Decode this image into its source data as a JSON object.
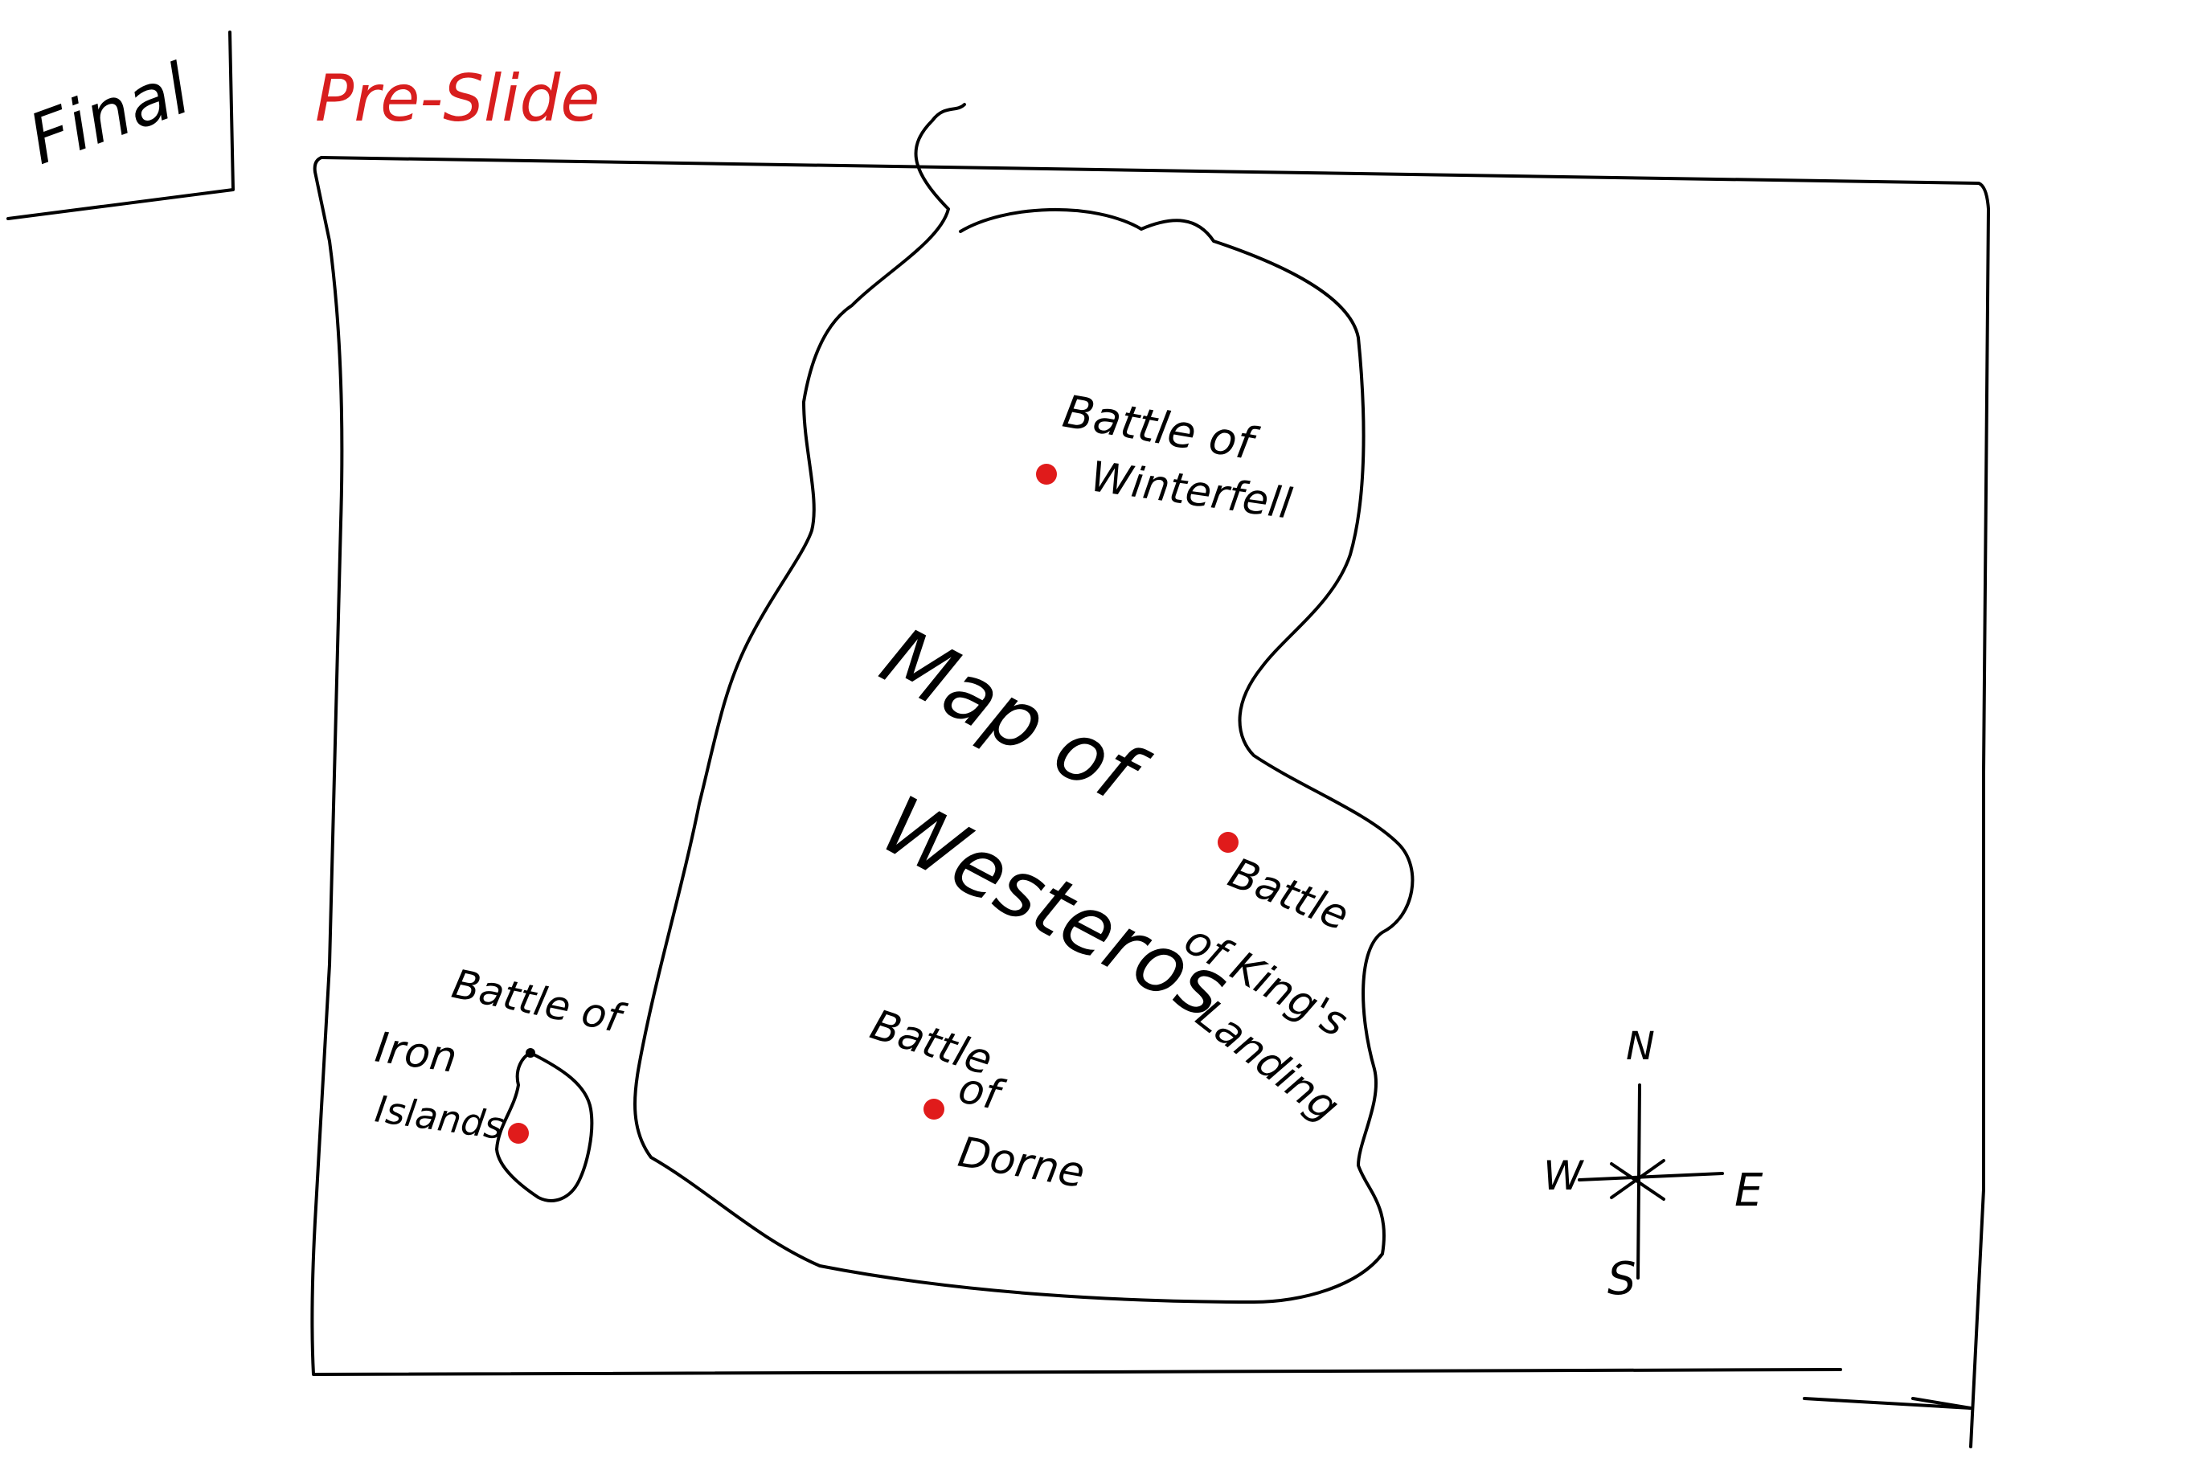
{
  "corner_label": "Final",
  "slide_label": "Pre-Slide",
  "map": {
    "title_line1": "Map of",
    "title_line2": "Westeros"
  },
  "battles": {
    "winterfell": [
      "Battle of",
      "Winterfell"
    ],
    "kings_landing": [
      "Battle",
      "of King's",
      "Landing"
    ],
    "dorne": [
      "Battle",
      "of",
      "Dorne"
    ],
    "iron_islands_battle": [
      "Battle of"
    ],
    "iron_islands_name": [
      "Iron",
      "Islands"
    ]
  },
  "compass": {
    "north": "N",
    "south": "S",
    "east": "E",
    "west": "W"
  },
  "colors": {
    "ink": "#000000",
    "marker": "#e01b1b",
    "slide_label": "#d81e1e"
  }
}
